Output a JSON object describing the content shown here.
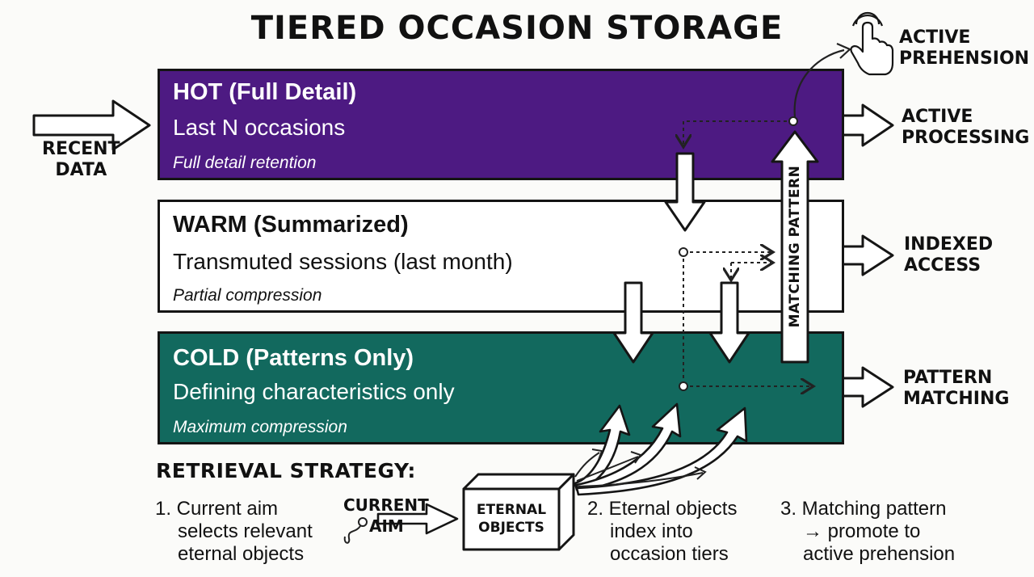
{
  "title": "TIERED OCCASION STORAGE",
  "tiers": [
    {
      "heading": "HOT (Full Detail)",
      "description": "Last N occasions",
      "note": "Full detail retention",
      "color": "#4d1a82"
    },
    {
      "heading": "WARM (Summarized)",
      "description": "Transmuted sessions (last month)",
      "note": "Partial compression",
      "color": "#ffffff"
    },
    {
      "heading": "COLD (Patterns Only)",
      "description": "Defining characteristics only",
      "note": "Maximum compression",
      "color": "#12695e"
    }
  ],
  "inputs": {
    "recent_data": [
      "RECENT",
      "DATA"
    ]
  },
  "outputs": {
    "active_prehension": [
      "ACTIVE",
      "PREHENSION"
    ],
    "active_processing": [
      "ACTIVE",
      "PROCESSING"
    ],
    "indexed_access": [
      "INDEXED",
      "ACCESS"
    ],
    "pattern_matching": [
      "PATTERN",
      "MATCHING"
    ]
  },
  "matching_pattern_label": "MATCHING PATTERN",
  "retrieval": {
    "heading": "RETRIEVAL STRATEGY:",
    "steps": [
      [
        "1. Current aim",
        "selects relevant",
        "eternal objects"
      ],
      [
        "2. Eternal objects",
        "index into",
        "occasion tiers"
      ],
      [
        "3. Matching pattern",
        "→ promote to",
        "active prehension"
      ]
    ],
    "current_aim": [
      "CURRENT",
      "AIM"
    ],
    "eternal_objects": [
      "ETERNAL",
      "OBJECTS"
    ]
  },
  "icons": {
    "pointer": "hand-pointer-icon"
  }
}
